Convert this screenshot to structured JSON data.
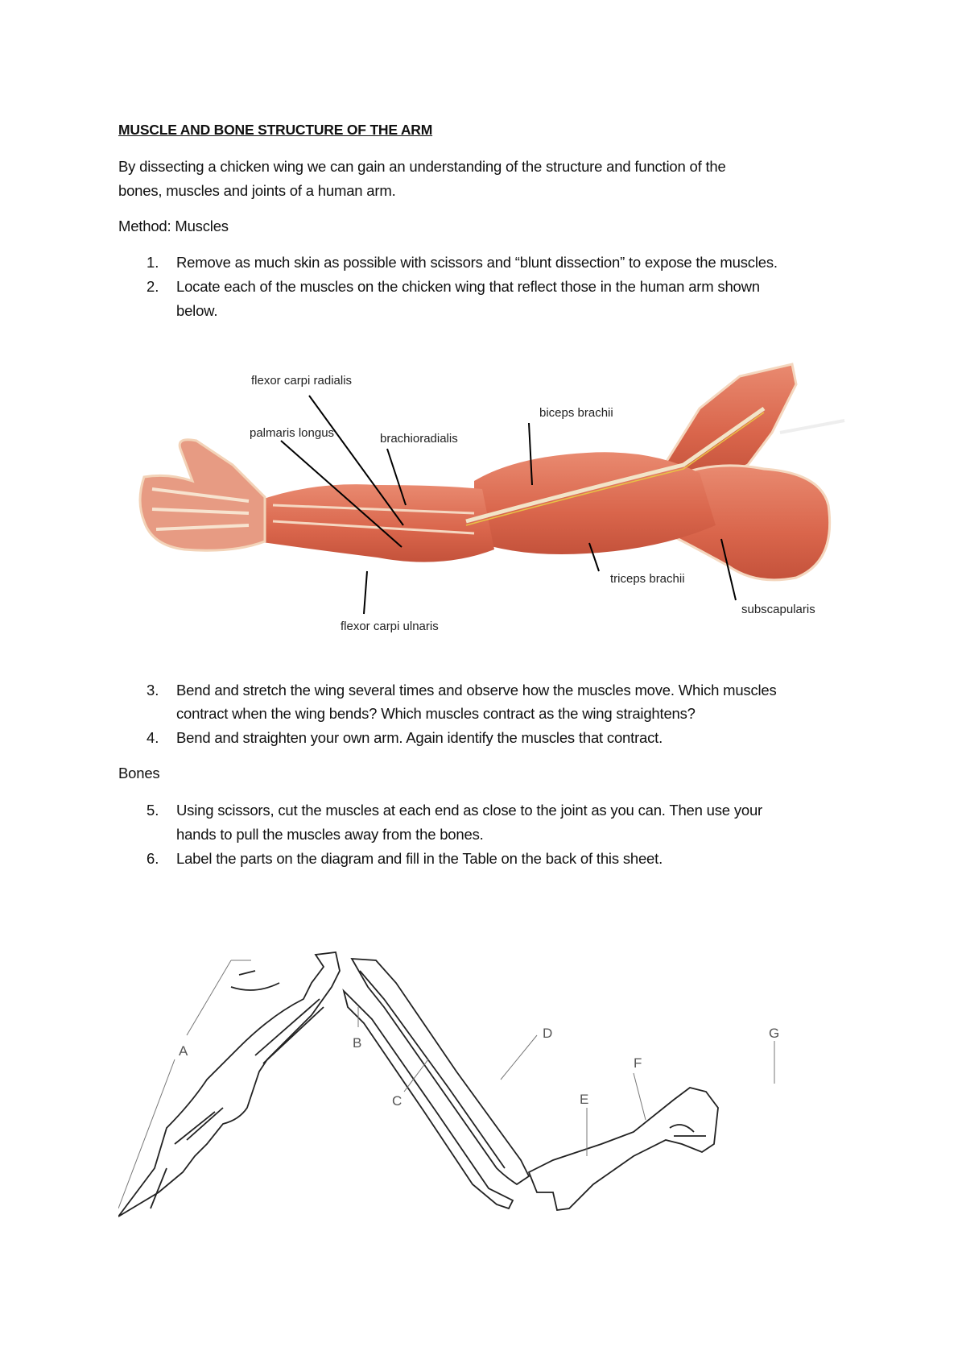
{
  "title": "MUSCLE AND BONE STRUCTURE OF THE ARM",
  "intro": {
    "line1": "By dissecting a chicken wing we can gain an understanding of the structure and function of the",
    "line2": "bones, muscles and joints of a human arm."
  },
  "method_heading": "Method: Muscles",
  "steps": [
    {
      "num": "1.",
      "lines": [
        "Remove as much skin as possible with scissors and “blunt dissection” to expose the muscles."
      ]
    },
    {
      "num": "2.",
      "lines": [
        "Locate each of the muscles on the chicken wing that reflect those in the human arm shown",
        "below."
      ]
    },
    {
      "num": "3.",
      "lines": [
        "Bend and stretch the wing several times and observe how the muscles move. Which muscles",
        "contract when the wing bends? Which muscles contract as the wing straightens?"
      ]
    },
    {
      "num": "4.",
      "lines": [
        "Bend and straighten your own arm. Again identify the muscles that contract."
      ]
    },
    {
      "num": "5.",
      "lines": [
        "Using scissors, cut the muscles at each end as close to the joint as you can. Then use your",
        "hands to pull the muscles away from the bones."
      ]
    },
    {
      "num": "6.",
      "lines": [
        "Label the parts on the diagram and fill in the Table on the back of this sheet."
      ]
    }
  ],
  "bones_heading": "Bones",
  "muscle_diagram": {
    "labels": {
      "flexor_carpi_radialis": "flexor carpi radialis",
      "palmaris_longus": "palmaris longus",
      "brachioradialis": "brachioradialis",
      "biceps_brachii": "biceps brachii",
      "triceps_brachii": "triceps brachii",
      "subscapularis": "subscapularis",
      "flexor_carpi_ulnaris": "flexor carpi ulnaris"
    },
    "muscle_color": "#e0785e"
  },
  "bone_diagram": {
    "labels": {
      "a": "A",
      "b": "B",
      "c": "C",
      "d": "D",
      "e": "E",
      "f": "F",
      "g": "G"
    }
  }
}
